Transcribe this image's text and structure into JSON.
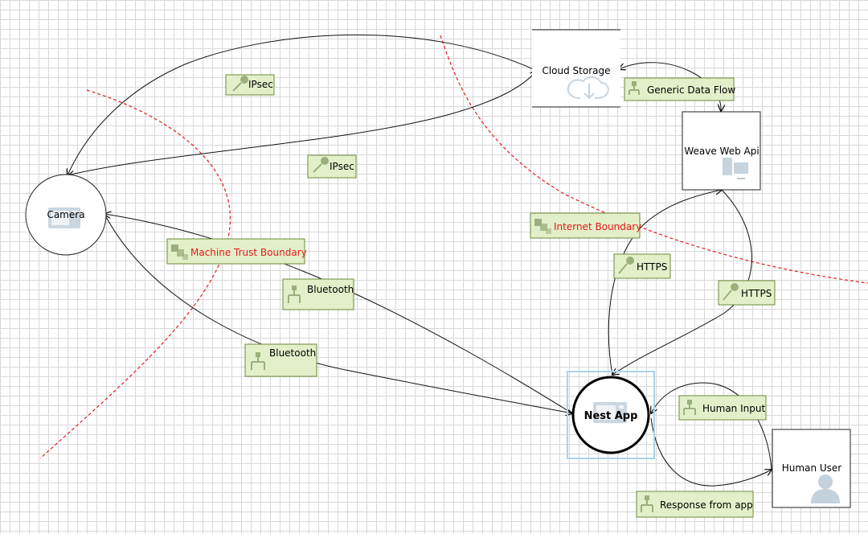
{
  "nodes": {
    "camera": "Camera",
    "cloud_storage": "Cloud Storage",
    "weave_web_api": "Weave Web Api",
    "nest_app": "Nest App",
    "human_user": "Human User"
  },
  "boundaries": {
    "machine_trust": "Machine Trust Boundary",
    "internet": "Internet Boundary"
  },
  "flows": {
    "ipsec_1": "IPsec",
    "ipsec_2": "IPsec",
    "generic_data_flow": "Generic Data Flow",
    "https_1": "HTTPS",
    "https_2": "HTTPS",
    "bluetooth_1": "Bluetooth",
    "bluetooth_2": "Bluetooth",
    "human_input": "Human Input",
    "response_from_app": "Response from app"
  },
  "colors": {
    "boundary": "#e21b1b",
    "flow_label_bg": "#e3efc9",
    "selection": "#a9d3ea"
  }
}
